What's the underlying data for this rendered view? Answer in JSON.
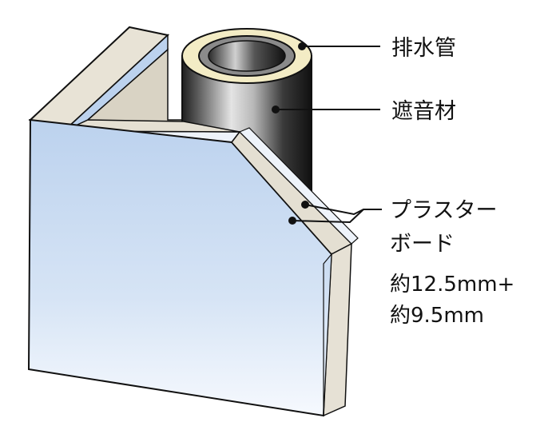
{
  "labels": {
    "drain_pipe": "排水管",
    "sound_insulation": "遮音材",
    "plasterboard_line1": "プラスター",
    "plasterboard_line2": "ボード",
    "spec_line1": "約12.5mm+",
    "spec_line2": "約9.5mm"
  },
  "colors": {
    "board_face_top": "#bcd2ee",
    "board_face_bottom": "#f4f8fe",
    "board_edge": "#ddd8cc",
    "pipe_dark": "#1a1a1a",
    "pipe_light": "#dcdcdc",
    "insulation_ring": "#f4edc8",
    "outline": "#111111"
  }
}
